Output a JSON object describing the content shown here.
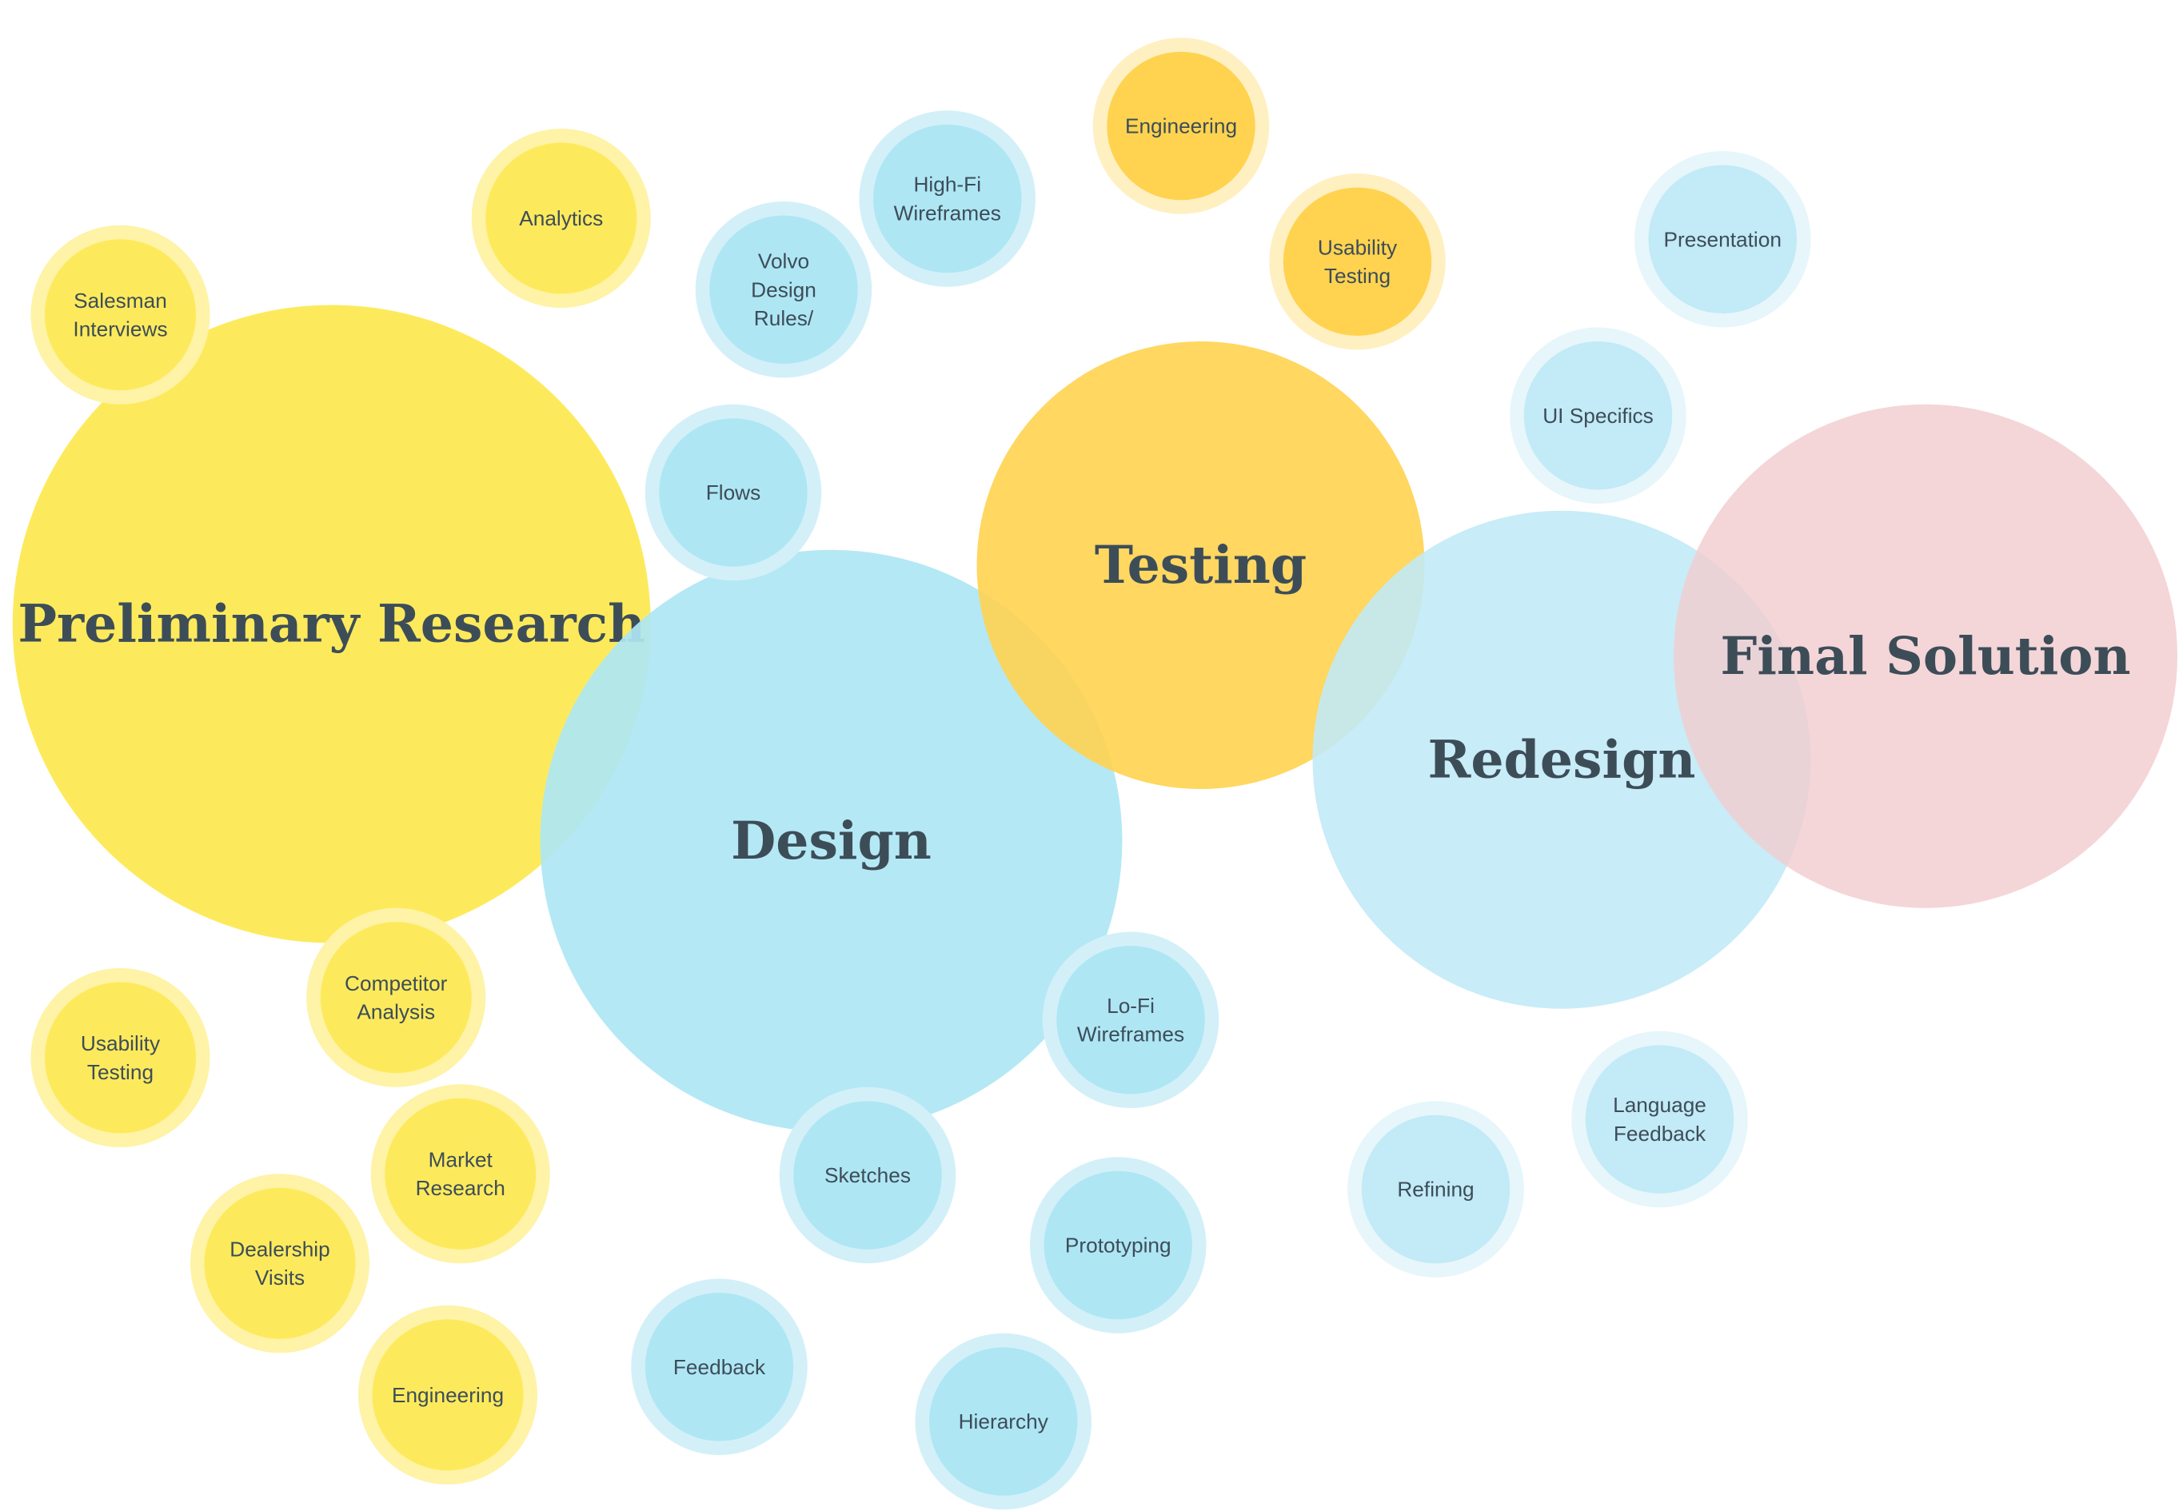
{
  "palette": {
    "yellow": "#fdea5c",
    "yellow_ring": "#fef3a6",
    "orange": "#ffd350",
    "orange_ring": "#fff0c2",
    "blue": "#aee6f4",
    "blue_ring": "#d3f0f8",
    "light_blue": "#c2eaf7",
    "light_blue_ring": "#e6f6fb",
    "pink": "#f2cdd0",
    "text": "#3d4d58"
  },
  "main_topics": [
    {
      "id": "preliminary-research",
      "label": "Preliminary Research",
      "color": "yellow"
    },
    {
      "id": "design",
      "label": "Design",
      "color": "blue"
    },
    {
      "id": "testing",
      "label": "Testing",
      "color": "orange"
    },
    {
      "id": "redesign",
      "label": "Redesign",
      "color": "light_blue"
    },
    {
      "id": "final-solution",
      "label": "Final Solution",
      "color": "pink"
    }
  ],
  "subtopics": [
    {
      "id": "salesman-interviews",
      "lines": [
        "Salesman",
        "Interviews"
      ],
      "color": "yellow"
    },
    {
      "id": "analytics",
      "lines": [
        "Analytics"
      ],
      "color": "yellow"
    },
    {
      "id": "competitor-analysis",
      "lines": [
        "Competitor",
        "Analysis"
      ],
      "color": "yellow"
    },
    {
      "id": "usability-testing-research",
      "lines": [
        "Usability",
        "Testing"
      ],
      "color": "yellow"
    },
    {
      "id": "market-research",
      "lines": [
        "Market",
        "Research"
      ],
      "color": "yellow"
    },
    {
      "id": "dealership-visits",
      "lines": [
        "Dealership",
        "Visits"
      ],
      "color": "yellow"
    },
    {
      "id": "engineering-research",
      "lines": [
        "Engineering"
      ],
      "color": "yellow"
    },
    {
      "id": "volvo-design-rules",
      "lines": [
        "Volvo",
        "Design",
        "Rules/"
      ],
      "color": "blue"
    },
    {
      "id": "high-fi-wireframes",
      "lines": [
        "High-Fi",
        "Wireframes"
      ],
      "color": "blue"
    },
    {
      "id": "flows",
      "lines": [
        "Flows"
      ],
      "color": "blue"
    },
    {
      "id": "lo-fi-wireframes",
      "lines": [
        "Lo-Fi",
        "Wireframes"
      ],
      "color": "blue"
    },
    {
      "id": "sketches",
      "lines": [
        "Sketches"
      ],
      "color": "blue"
    },
    {
      "id": "prototyping",
      "lines": [
        "Prototyping"
      ],
      "color": "blue"
    },
    {
      "id": "feedback",
      "lines": [
        "Feedback"
      ],
      "color": "blue"
    },
    {
      "id": "hierarchy",
      "lines": [
        "Hierarchy"
      ],
      "color": "blue"
    },
    {
      "id": "engineering-testing",
      "lines": [
        "Engineering"
      ],
      "color": "orange"
    },
    {
      "id": "usability-testing-testing",
      "lines": [
        "Usability",
        "Testing"
      ],
      "color": "orange"
    },
    {
      "id": "presentation",
      "lines": [
        "Presentation"
      ],
      "color": "light_blue"
    },
    {
      "id": "ui-specifics",
      "lines": [
        "UI Specifics"
      ],
      "color": "light_blue"
    },
    {
      "id": "refining",
      "lines": [
        "Refining"
      ],
      "color": "light_blue"
    },
    {
      "id": "language-feedback",
      "lines": [
        "Language",
        "Feedback"
      ],
      "color": "light_blue"
    }
  ]
}
